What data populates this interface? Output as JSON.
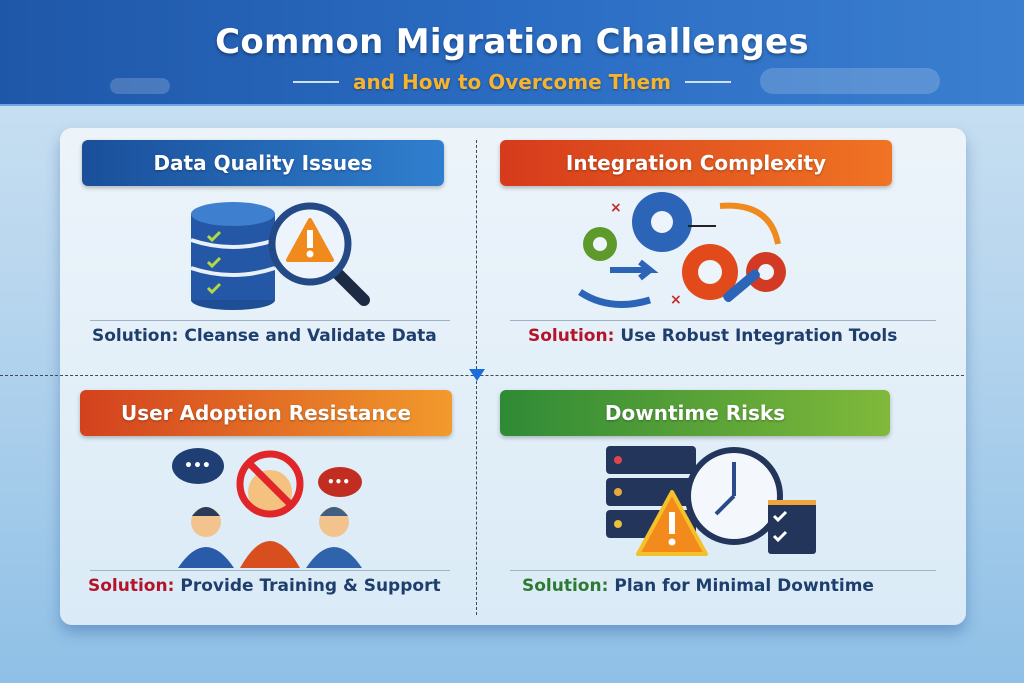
{
  "header": {
    "title": "Common Migration Challenges",
    "subtitle": "and How to Overcome Them"
  },
  "colors": {
    "header_bg": "#2a6cc2",
    "subtitle": "#f5b330",
    "data_quality": "#1a4f9a",
    "integration": "#e0551f",
    "user_adoption": "#e06a24",
    "downtime": "#4a9a35",
    "divider_marker": "#1a6ddb"
  },
  "challenges": [
    {
      "title": "Data Quality Issues",
      "solution_prefix": "Solution:",
      "solution": "Cleanse and Validate Data",
      "icons": [
        "database-icon",
        "magnifier-warning-icon",
        "checkmark-icon"
      ]
    },
    {
      "title": "Integration Complexity",
      "solution_prefix": "Solution:",
      "solution": "Use Robust Integration Tools",
      "icons": [
        "gear-icon",
        "connector-plug-icon",
        "wrench-icon",
        "error-x-icon",
        "arrow-icon"
      ]
    },
    {
      "title": "User Adoption Resistance",
      "solution_prefix": "Solution:",
      "solution": "Provide Training & Support",
      "icons": [
        "person-icon",
        "speech-bubble-icon",
        "prohibited-icon"
      ]
    },
    {
      "title": "Downtime Risks",
      "solution_prefix": "Solution:",
      "solution": "Plan for Minimal Downtime",
      "icons": [
        "server-icon",
        "warning-triangle-icon",
        "clock-icon",
        "checklist-icon"
      ]
    }
  ]
}
